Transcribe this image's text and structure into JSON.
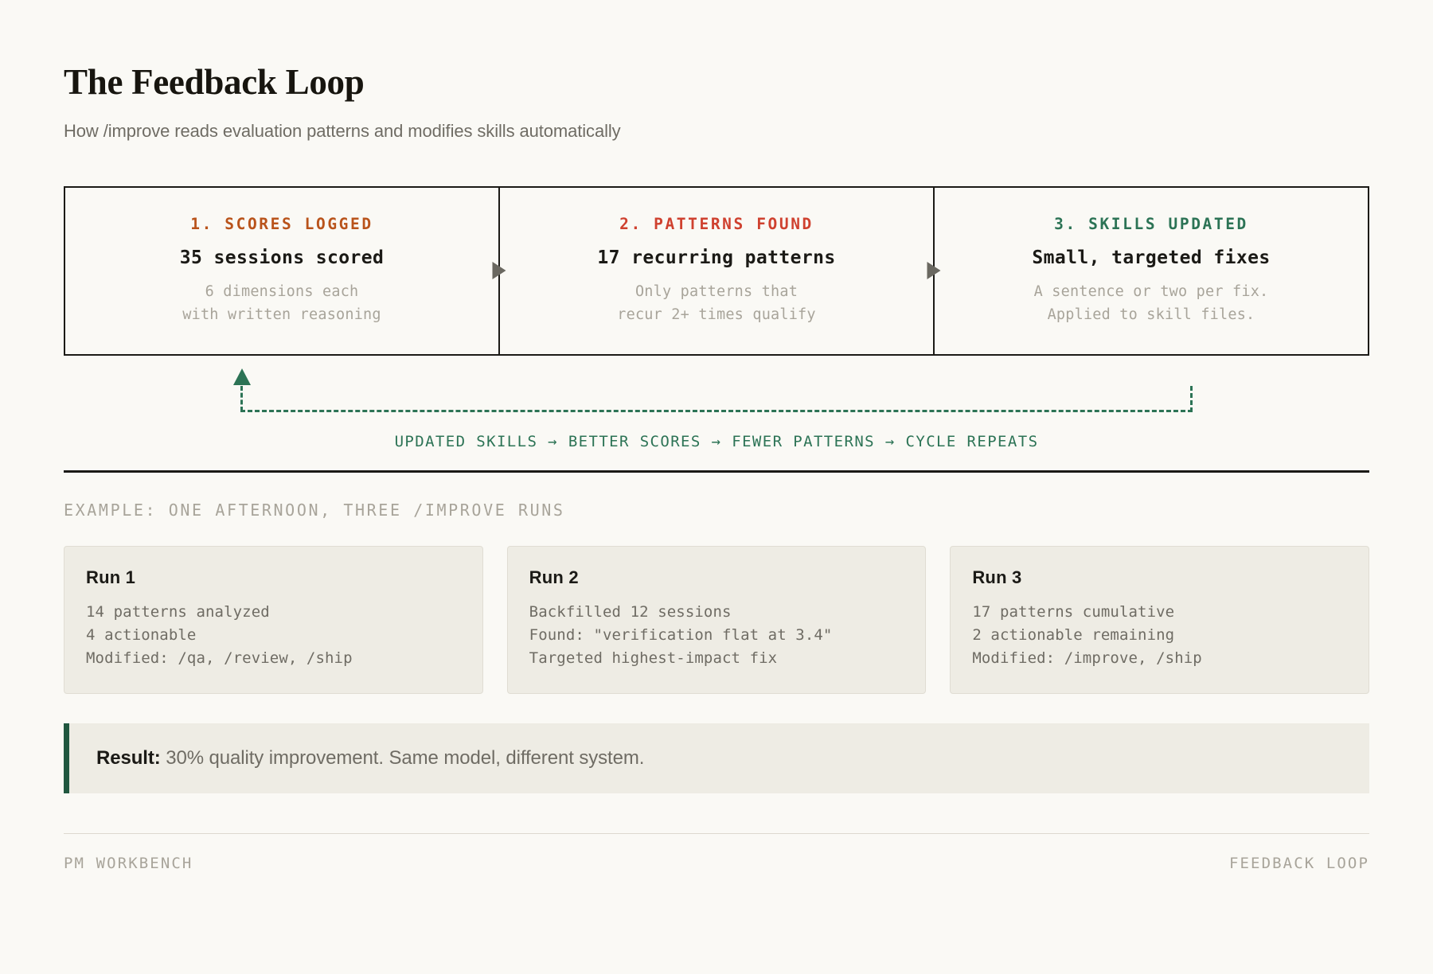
{
  "header": {
    "title": "The Feedback Loop",
    "subtitle": "How /improve reads evaluation patterns and modifies skills automatically"
  },
  "colors": {
    "background": "#faf9f5",
    "ink": "#1b1a16",
    "muted": "#a8a49a",
    "body": "#6f6c64",
    "stage1": "#b9531b",
    "stage2": "#cf412f",
    "stage3": "#2c7355",
    "result_accent": "#20573f",
    "card_bg": "#eeece4"
  },
  "stages": [
    {
      "kicker": "1. SCORES LOGGED",
      "headline": "35 sessions scored",
      "note": "6 dimensions each\nwith written reasoning",
      "arrow_icon": "triangle-right-icon"
    },
    {
      "kicker": "2. PATTERNS FOUND",
      "headline": "17 recurring patterns",
      "note": "Only patterns that\nrecur 2+ times qualify",
      "arrow_icon": "triangle-right-icon"
    },
    {
      "kicker": "3. SKILLS UPDATED",
      "headline": "Small, targeted fixes",
      "note": "A sentence or two per fix.\nApplied to skill files.",
      "arrow_icon": ""
    }
  ],
  "loop": {
    "caption": "UPDATED SKILLS → BETTER SCORES → FEWER PATTERNS → CYCLE REPEATS",
    "arrow_icon": "arrow-up-icon"
  },
  "example": {
    "section_label": "EXAMPLE: ONE AFTERNOON, THREE /IMPROVE RUNS",
    "runs": [
      {
        "title": "Run 1",
        "lines": [
          "14 patterns analyzed",
          "4 actionable",
          "Modified: /qa, /review, /ship"
        ]
      },
      {
        "title": "Run 2",
        "lines": [
          "Backfilled 12 sessions",
          "Found: \"verification flat at 3.4\"",
          "Targeted highest-impact fix"
        ]
      },
      {
        "title": "Run 3",
        "lines": [
          "17 patterns cumulative",
          "2 actionable remaining",
          "Modified: /improve, /ship"
        ]
      }
    ]
  },
  "result": {
    "label": "Result:",
    "text": " 30% quality improvement. Same model, different system."
  },
  "footer": {
    "left": "PM WORKBENCH",
    "right": "FEEDBACK LOOP"
  }
}
